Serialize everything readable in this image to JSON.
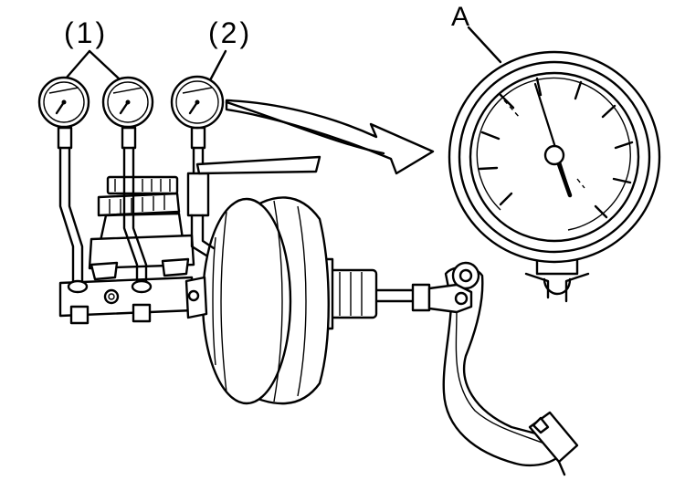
{
  "labels": {
    "gauge_pair": "(1)",
    "vacuum_gauge": "(2)",
    "detail": "A"
  }
}
